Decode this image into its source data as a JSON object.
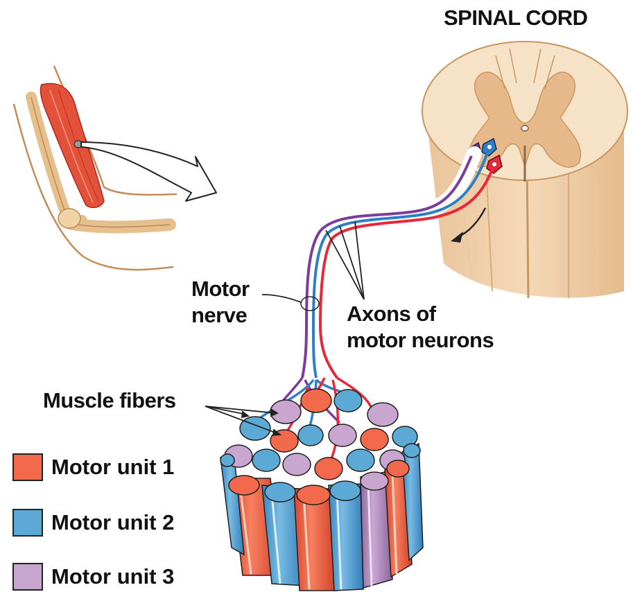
{
  "title": "SPINAL CORD",
  "labels": {
    "motor_nerve": [
      "Motor",
      "nerve"
    ],
    "axons": [
      "Axons of",
      "motor neurons"
    ],
    "muscle_fibers": "Muscle fibers"
  },
  "legend": [
    {
      "label": "Motor unit 1",
      "color": "#f26a4b"
    },
    {
      "label": "Motor unit 2",
      "color": "#5da9d6"
    },
    {
      "label": "Motor unit 3",
      "color": "#c8a6cf"
    }
  ],
  "colors": {
    "spinal_cord_white": "#f3d9b5",
    "spinal_cord_gray": "#e7b98a",
    "muscle": "#e4513a",
    "bone": "#e6c08c",
    "axon_red": "#e8283a",
    "axon_blue": "#2f7fc4",
    "axon_purple": "#7a3e9a"
  }
}
